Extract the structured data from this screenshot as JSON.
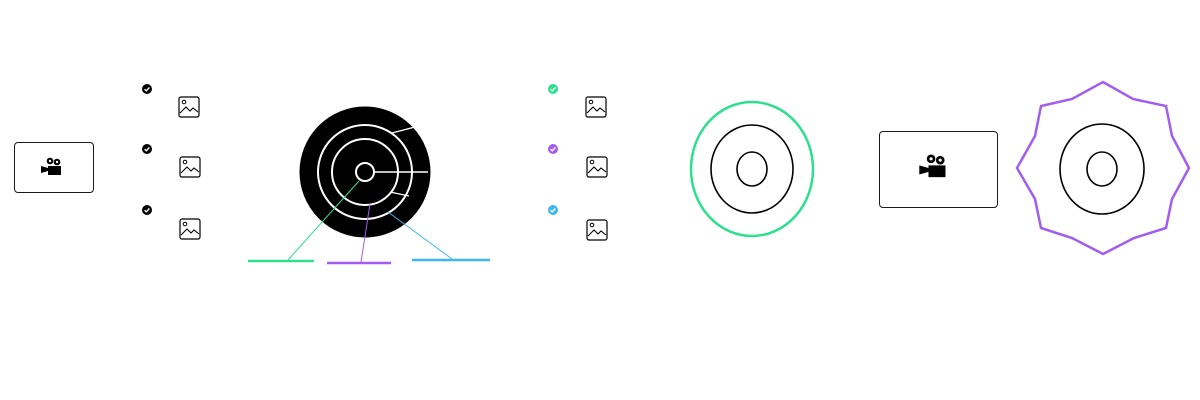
{
  "colors": {
    "ink": "#000000",
    "white": "#ffffff",
    "green": "#2de08f",
    "purple": "#a35cf0",
    "blue": "#3cb8ee"
  },
  "icons": {
    "camera": "movie-camera-icon",
    "check": "check-circle-icon",
    "image": "image-placeholder-icon"
  },
  "left_checklist": {
    "items": [
      {
        "check_color": "#000000",
        "icon": "image-placeholder-icon"
      },
      {
        "check_color": "#000000",
        "icon": "image-placeholder-icon"
      },
      {
        "check_color": "#000000",
        "icon": "image-placeholder-icon"
      }
    ]
  },
  "right_checklist": {
    "items": [
      {
        "check_color": "#2de08f",
        "icon": "image-placeholder-icon"
      },
      {
        "check_color": "#a35cf0",
        "icon": "image-placeholder-icon"
      },
      {
        "check_color": "#3cb8ee",
        "icon": "image-placeholder-icon"
      }
    ]
  },
  "target": {
    "rings": 4,
    "legend_lines": [
      {
        "color": "#2de08f"
      },
      {
        "color": "#a35cf0"
      },
      {
        "color": "#3cb8ee"
      }
    ]
  },
  "outline_shapes": [
    {
      "kind": "ellipse",
      "color": "#2de08f"
    },
    {
      "kind": "octagram",
      "color": "#a35cf0"
    }
  ]
}
